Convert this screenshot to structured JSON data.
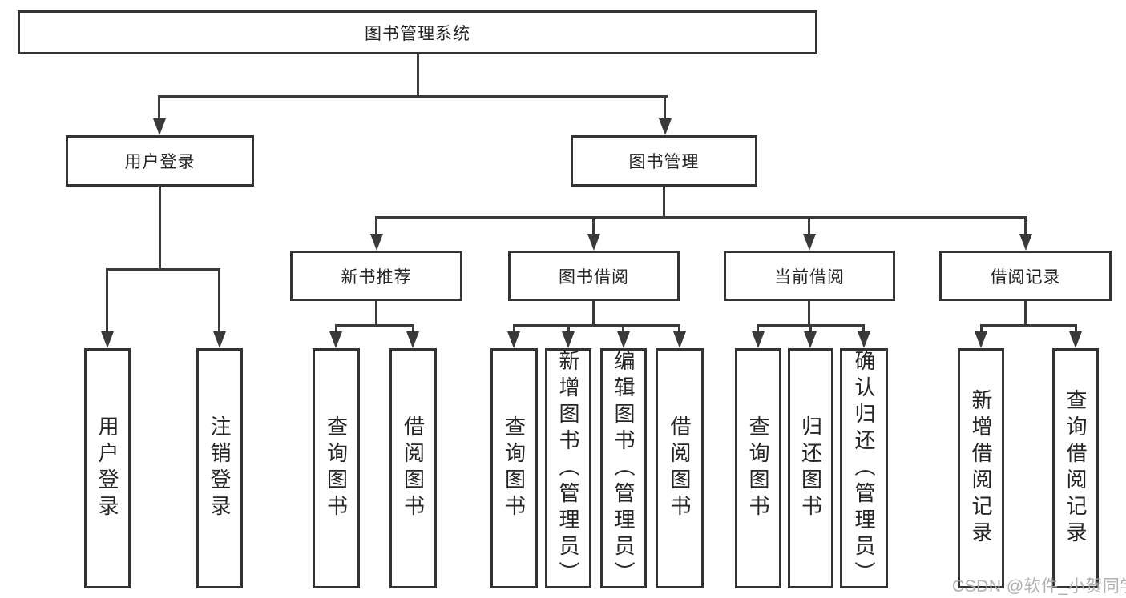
{
  "diagram": {
    "colors": {
      "background": "#ffffff",
      "box_border": "#333333",
      "line": "#3a3a3a",
      "text": "#262626",
      "watermark": "#ababab"
    },
    "nodes": {
      "root": "图书管理系统",
      "user_login": "用户登录",
      "book_mgmt": "图书管理",
      "new_books": "新书推荐",
      "book_borrow": "图书借阅",
      "current_borrow": "当前借阅",
      "borrow_records": "借阅记录",
      "leaf_user_login": "用户登录",
      "leaf_logout": "注销登录",
      "leaf_nb_query": "查询图书",
      "leaf_nb_borrow": "借阅图书",
      "leaf_bb_query": "查询图书",
      "leaf_bb_add": "新增图书（管理员）",
      "leaf_bb_edit": "编辑图书（管理员）",
      "leaf_bb_borrow": "借阅图书",
      "leaf_cb_query": "查询图书",
      "leaf_cb_return": "归还图书",
      "leaf_cb_confirm": "确认归还（管理员）",
      "leaf_rec_add": "新增借阅记录",
      "leaf_rec_query": "查询借阅记录"
    },
    "watermark": "CSDN @软件_小贺同学"
  }
}
